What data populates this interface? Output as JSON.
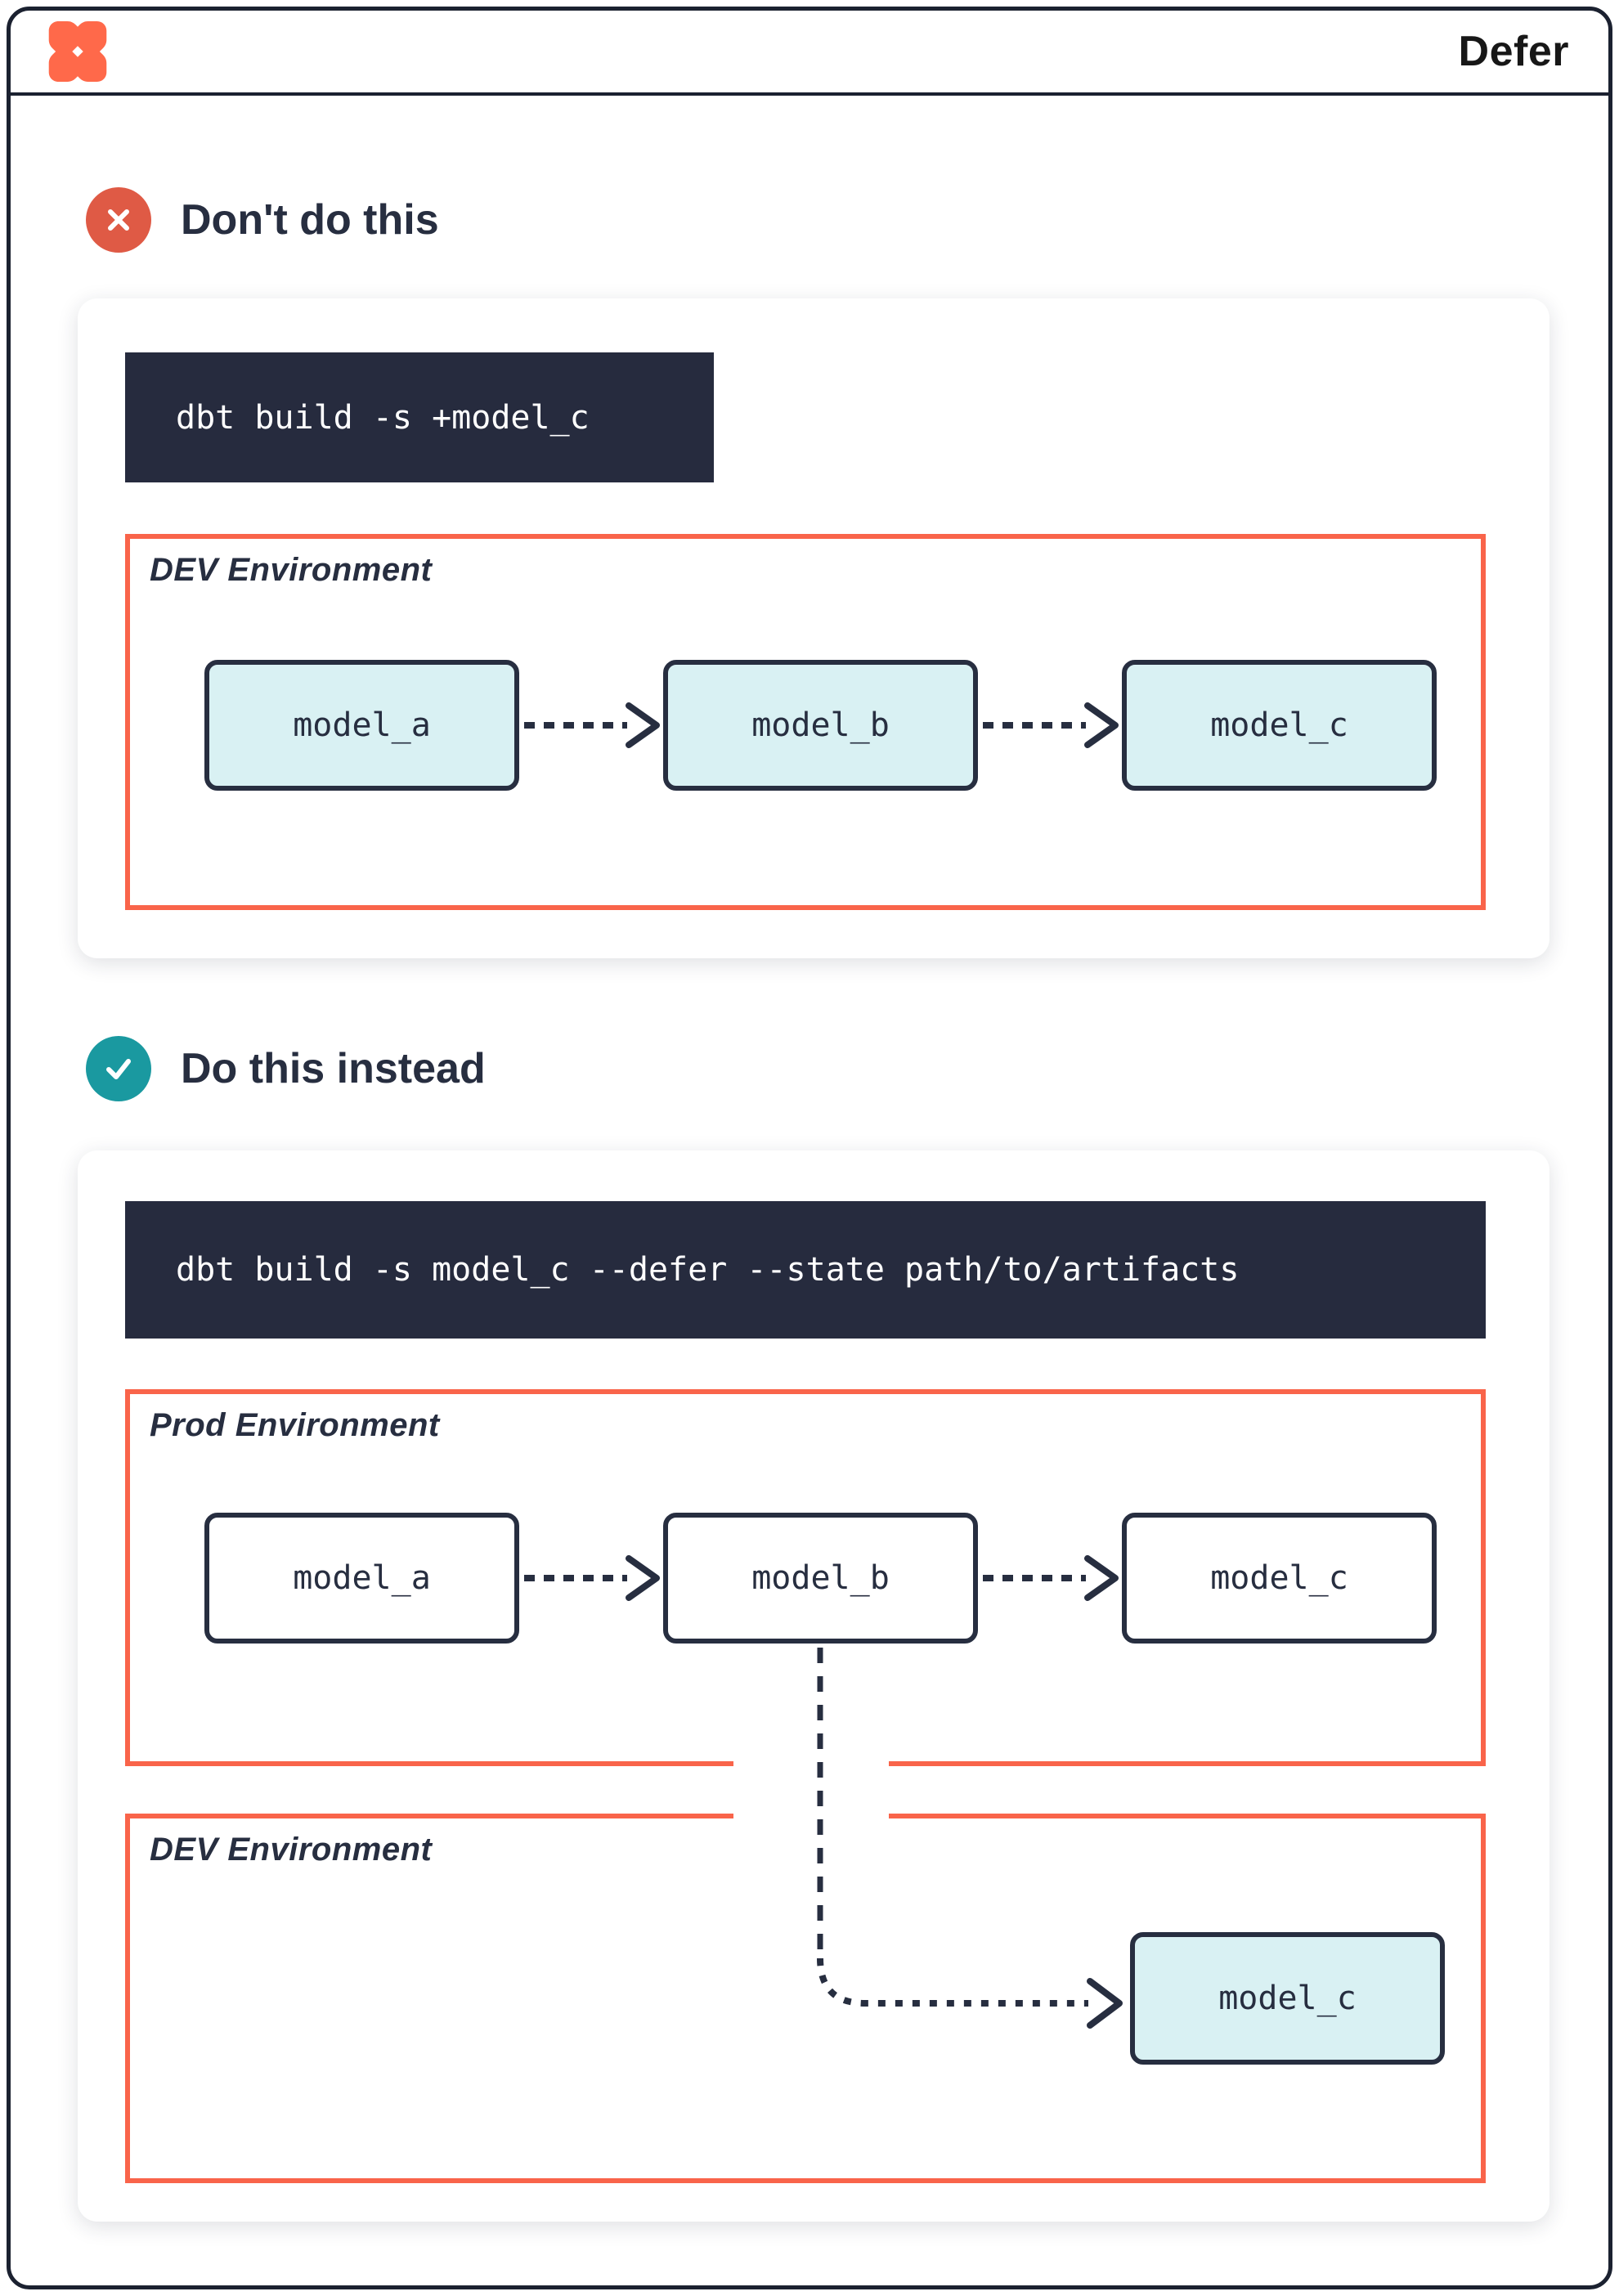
{
  "header": {
    "title": "Defer",
    "logo": "dbt-logo"
  },
  "sections": [
    {
      "heading": "Don't do this",
      "badge": "x",
      "command": "dbt build -s +model_c",
      "environments": [
        {
          "label": "DEV Environment",
          "models": [
            "model_a",
            "model_b",
            "model_c"
          ]
        }
      ]
    },
    {
      "heading": "Do this instead",
      "badge": "check",
      "command": "dbt build -s model_c --defer --state path/to/artifacts",
      "environments": [
        {
          "label": "Prod Environment",
          "models": [
            "model_a",
            "model_b",
            "model_c"
          ]
        },
        {
          "label": "DEV Environment",
          "models": [
            "model_c"
          ]
        }
      ]
    }
  ],
  "colors": {
    "navy": "#272e40",
    "code_background": "#262b3e",
    "environment_border": "#f9644a",
    "dont_badge": "#df5a45",
    "do_badge": "#1a99a0",
    "model_fill_teal": "#d9f1f3",
    "logo_orange": "#ff694a"
  }
}
